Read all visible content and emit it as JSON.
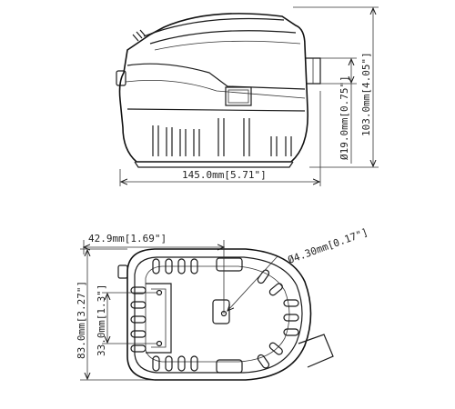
{
  "dimensions": {
    "side_length": "145.0mm[5.71\"]",
    "outlet_diameter": "Ø19.0mm[0.75\"]",
    "side_height": "103.0mm[4.05\"]",
    "top_offset": "42.9mm[1.69\"]",
    "hole_diameter": "Ø4.30mm[0.17\"]",
    "top_height": "83.0mm[3.27\"]",
    "hole_spacing": "33.0mm[1.3\"]"
  },
  "colors": {
    "line": "#1a1a1a",
    "background": "#ffffff"
  }
}
